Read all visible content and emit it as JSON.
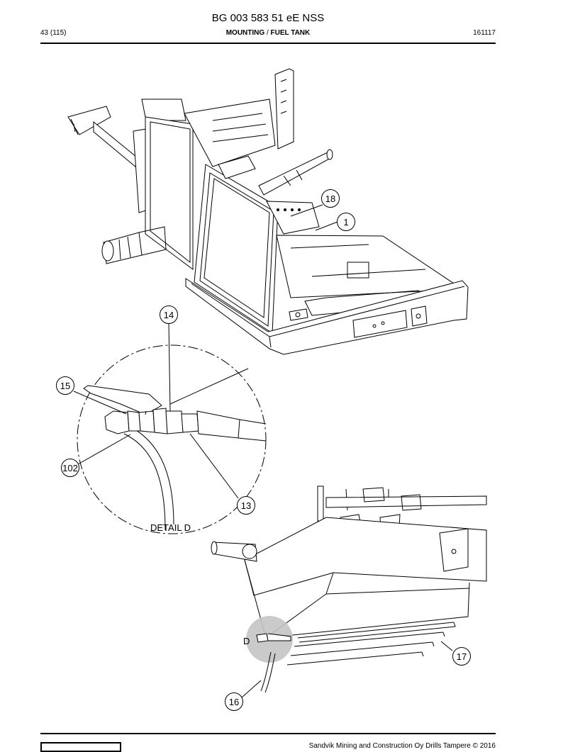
{
  "header": {
    "doc_id": "BG 003 583 51 eE NSS",
    "page": "43 (115)",
    "section_main": "MOUNTING",
    "section_sep": " / ",
    "section_sub": "FUEL TANK",
    "date_code": "161117"
  },
  "callouts": [
    "18",
    "1",
    "14",
    "15",
    "102",
    "13",
    "17",
    "16"
  ],
  "labels": {
    "detail_caption": "DETAIL D",
    "detail_marker": "D"
  },
  "footer": {
    "copyright": "Sandvik Mining and Construction Oy Drills Tampere © 2016"
  }
}
